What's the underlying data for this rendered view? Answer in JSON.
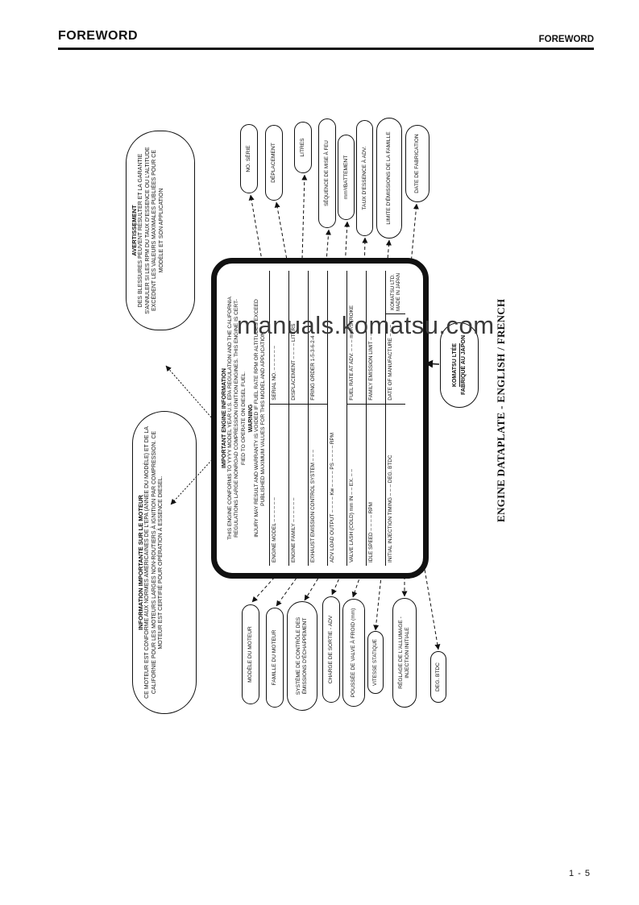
{
  "header": {
    "left_title": "FOREWORD",
    "right_title": "FOREWORD"
  },
  "watermark": "manuals.komatsu.com",
  "page_number": "1 - 5",
  "figure": {
    "caption": "ENGINE DATAPLATE - ENGLISH / FRENCH",
    "info_bubble": {
      "title": "INFORMATION IMPORTANTE SUR LE MOTEUR",
      "body": "CE MOTEUR EST CONFORME AUX NORMES AMÉRICAINES DE L'EPA (ANNÉE DU MODÈLE) ET DE LA CALIFORNIE POUR LES MOTEURS LARGES NON-ROUTIERS À IGNITION PAR COMPRESSION. CE MOTEUR EST CERTIFIÉ POUR OPÉRATION À ESSENCE DIESEL."
    },
    "warning_bubble": {
      "title": "AVERTISSEMENT",
      "body": "DES BLESSURES PEUVENT RÉSULTER ET LA GARANTIE S'ANNULER SI LES RPM DU TAUX D'ESSENCE OU L'ALTITUDE EXCÈDENT LES VALEURS MAXIMALES PUBLIÉES POUR CE MODÈLE ET SON APPLICATION"
    },
    "plate": {
      "title": "IMPORTANT ENGINE INFORMATION",
      "line1": "THIS ENGINE CONFORMS TO YYYY MODEL YEAR U.S. EPA REGULATION AND THE CALIFORNIA",
      "line2": "REGULATIONS LARGE NONROAD COMPRESSION IGNITION ENGINES. THIS ENGINE IS CERT-",
      "line3": "FIED TO OPERATE ON DIESEL FUEL.",
      "warning_title": "WARNING",
      "warning1": "INJURY MAY RESULT AND WARRANTY IS VOIDED IF FUEL RATE RPM OR ALTITUDES EXCEED",
      "warning2": "PUBLISHED MAXIMUM VALUES FOR THIS MODEL AND APPLICATION.",
      "rows": {
        "r1l": "ENGINE MODEL – – – – – –",
        "r1r": "SERIAL NO. – – – – – –",
        "r2l": "ENGINE FAMILY – – – – – –",
        "r2r": "DISPLACEMENT – – – –  LITERS",
        "r3l": "EXHAUST EMISSION CONTROL SYSTEM – – –",
        "r3r": "FIRING ORDER   1-5-3-6-2-4",
        "r4": "ADV LOAD OUTPUT – – – – Kw – – – – PS – – – – RPM",
        "r5l": "VALVE LASH (COLD) mm   IN – –   EX. – –",
        "r5r": "FUEL RATE AT ADV. – – –  mm³/STROKE",
        "r6l": "IDLE SPEED – – – –  RPM",
        "r6r": "FAMILY EMISSION LIMIT – – –",
        "r7l": "INITIAL INJECTION TIMING – – –  DEG. BTDC",
        "r7r": "DATE OF MANUFACTURE – – –",
        "maker1": "KOMATSU LTD.",
        "maker2": "MADE IN JAPAN"
      }
    },
    "left_callouts": [
      "MODÈLE DU MOTEUR",
      "FAMILLE DU MOTEUR",
      "SYSTÈME DE CONTRÔLE DES ÉMISSIONS D'ÉCHAPPEMENT",
      "CHARGE DE SORTIE - ADV",
      "POUSSÉE DE VALVE À FROID (mm)",
      "VITESSE STATIQUE",
      "RÉGLAGE DE L'ALLUMAGE - INJECTION INITIALE",
      "DEG. BTDC"
    ],
    "right_callouts": [
      "NO. SÉRIE",
      "DÉPLACEMENT",
      "LITRES",
      "SÉQUENCE DE MISE À FEU",
      "mm³/BATTEMENT",
      "TAUX D'ESSENCE À ADV.",
      "LIMITE D'ÉMISSIONS DE LA FAMILLE",
      "DATE DE FABRICATION"
    ],
    "komatsu_bubble": {
      "line1": "KOMATSU LTÉE",
      "line2": "FABRIQUÉ AU JAPON"
    }
  }
}
